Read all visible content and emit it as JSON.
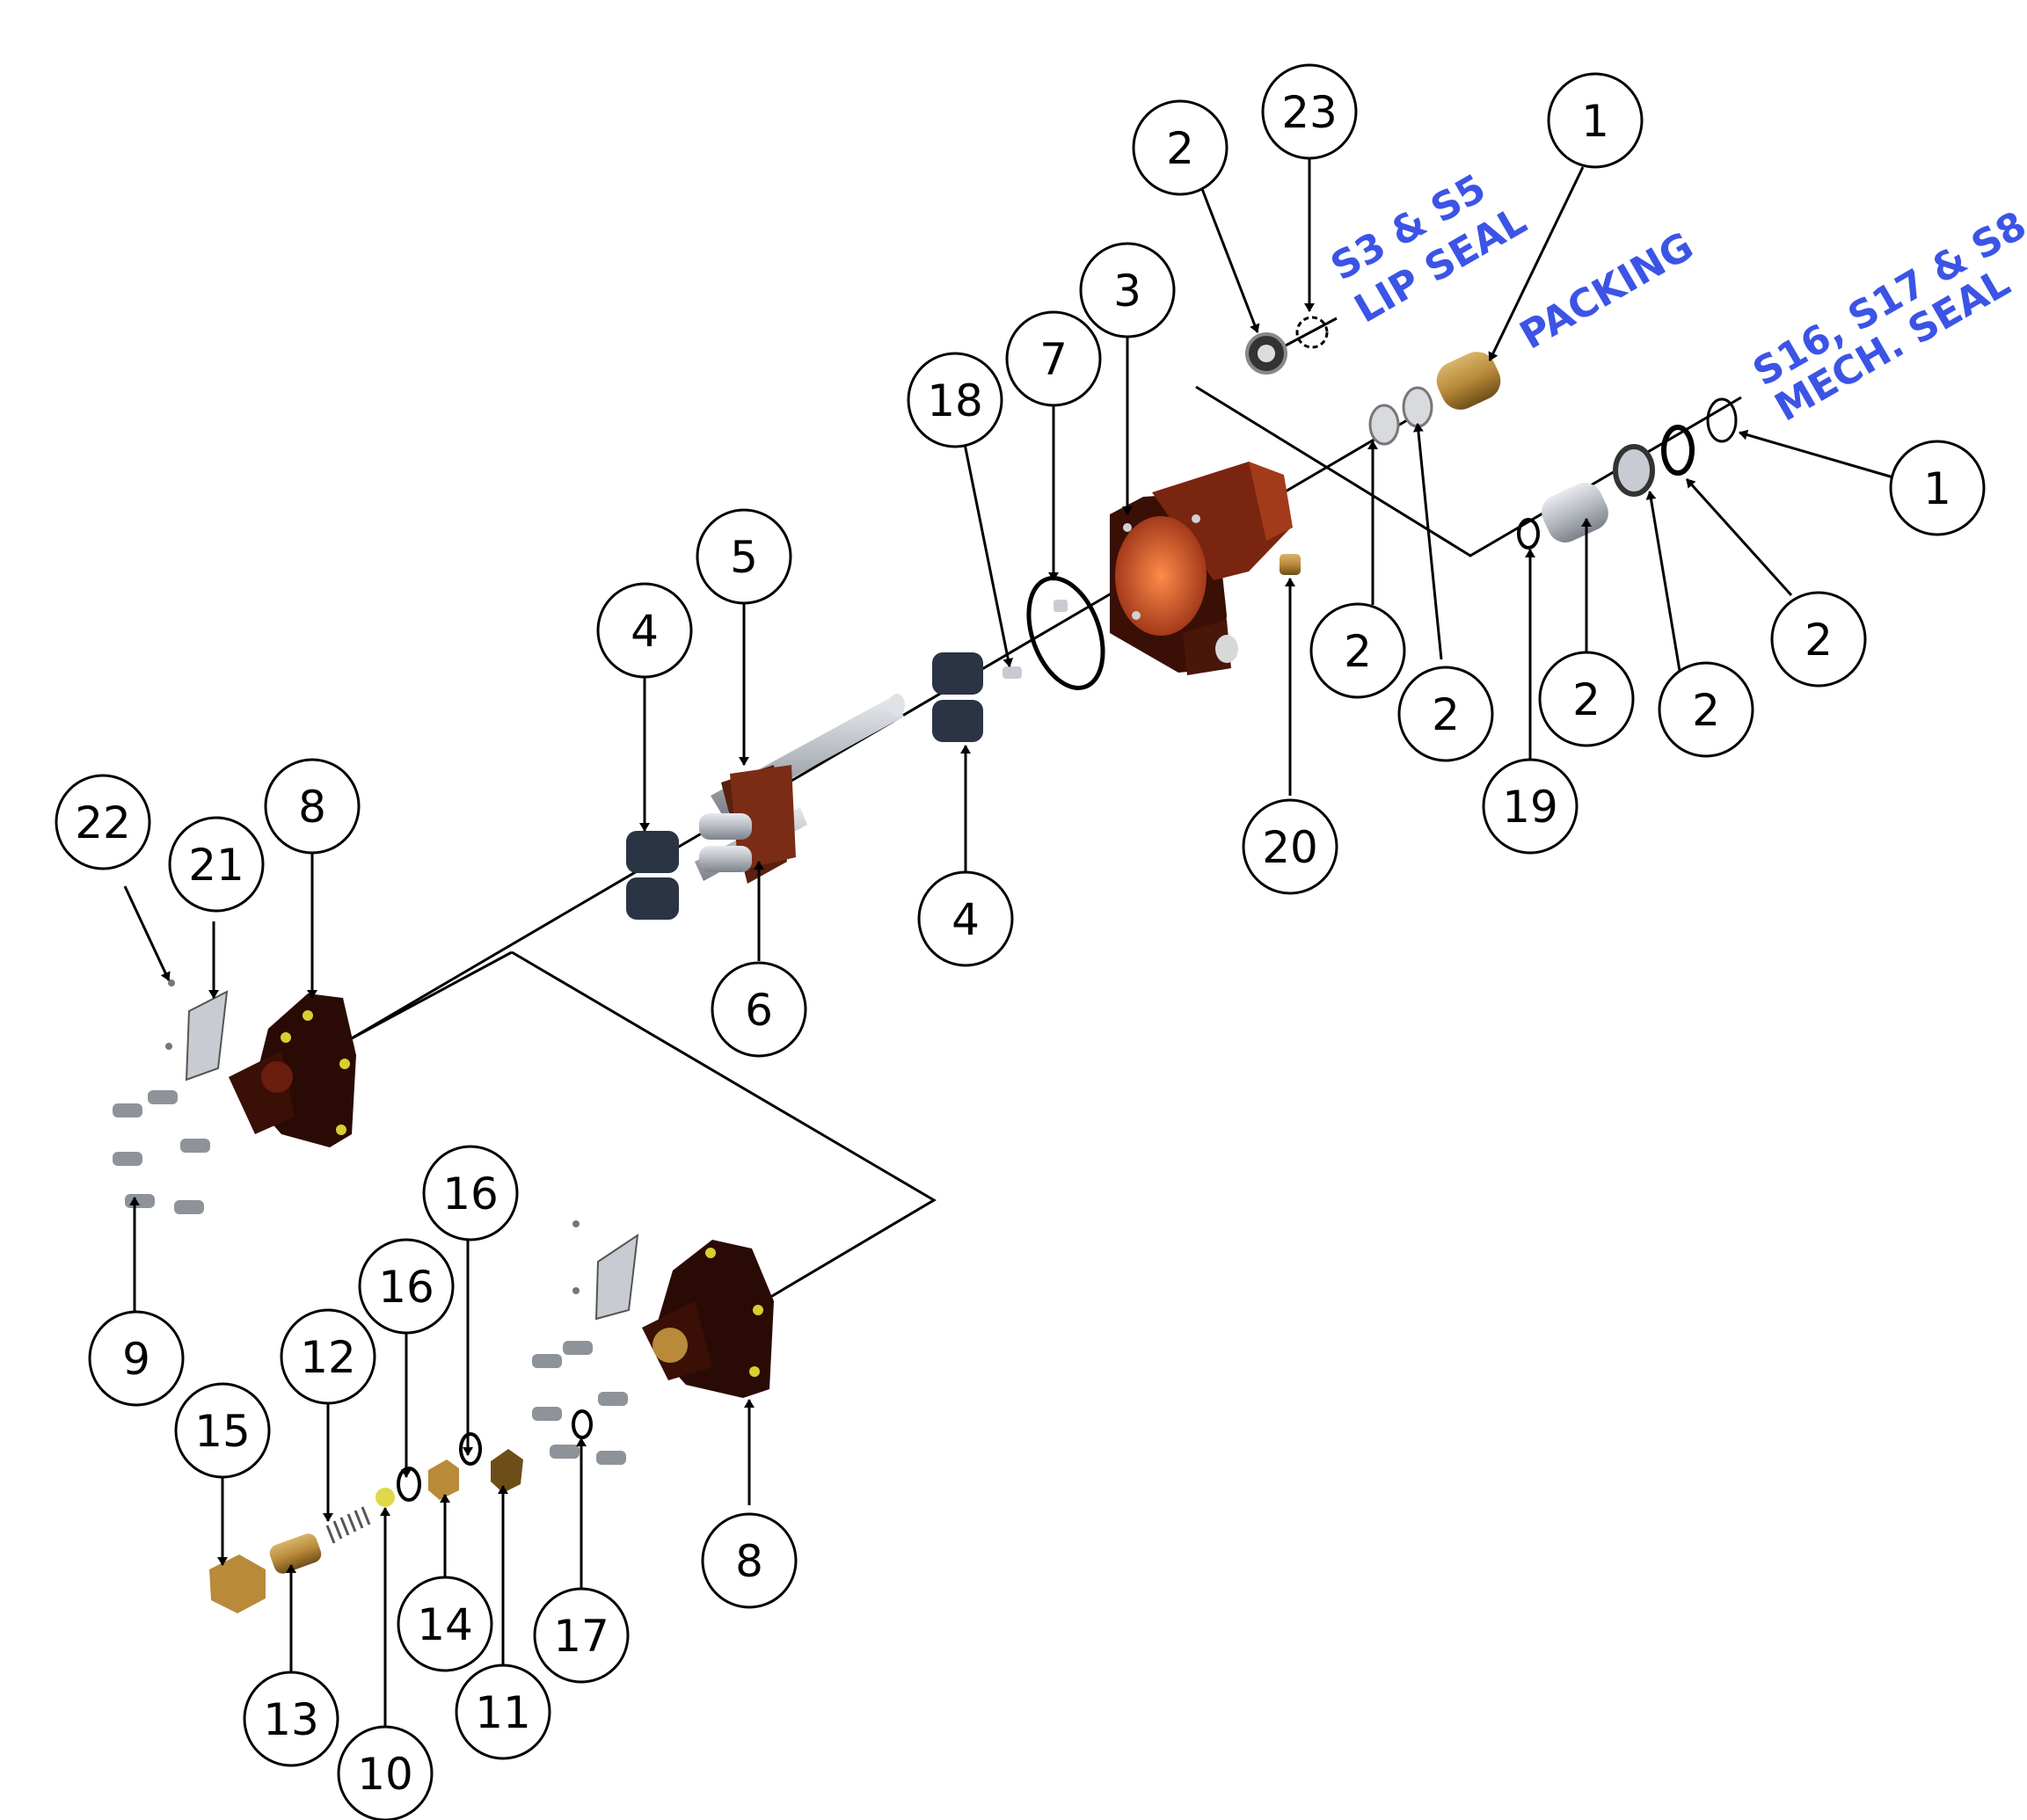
{
  "colors": {
    "label_blue": "#3b54e6",
    "housing_red": "#a33a1a",
    "housing_dark": "#3a0f06",
    "brass": "#b88a3a",
    "bushing_blue": "#2a3444",
    "steel_gray": "#b8bcc2",
    "yellow_fitting": "#e0d84a"
  },
  "variant_labels": {
    "lip_seal_line1": "S3 & S5",
    "lip_seal_line2": "LIP SEAL",
    "packing": "PACKING",
    "mech_seal_line1": "S16, S17 & S8",
    "mech_seal_line2": "MECH. SEAL"
  },
  "callouts": [
    {
      "id": "c23",
      "num": "23",
      "part": "lip-seal-retaining-ring"
    },
    {
      "id": "c2a",
      "num": "2",
      "part": "lip-seal"
    },
    {
      "id": "c1a",
      "num": "1",
      "part": "packing"
    },
    {
      "id": "c3",
      "num": "3",
      "part": "pump-housing"
    },
    {
      "id": "c7",
      "num": "7",
      "part": "housing-o-ring"
    },
    {
      "id": "c18",
      "num": "18",
      "part": "dowel-pin"
    },
    {
      "id": "c5",
      "num": "5",
      "part": "drive-gear-shaft"
    },
    {
      "id": "c4a",
      "num": "4",
      "part": "rear-bushings"
    },
    {
      "id": "c4b",
      "num": "4",
      "part": "front-bushings"
    },
    {
      "id": "c6",
      "num": "6",
      "part": "idler-gear-shaft"
    },
    {
      "id": "c20",
      "num": "20",
      "part": "pipe-plug"
    },
    {
      "id": "c1b",
      "num": "1",
      "part": "mech-seal-snap-ring"
    },
    {
      "id": "c2b",
      "num": "2",
      "part": "packing-washer"
    },
    {
      "id": "c2c",
      "num": "2",
      "part": "packing-gland"
    },
    {
      "id": "c2d",
      "num": "2",
      "part": "mech-seal-collar"
    },
    {
      "id": "c2e",
      "num": "2",
      "part": "mech-seal-seat"
    },
    {
      "id": "c2f",
      "num": "2",
      "part": "mech-seal-washer"
    },
    {
      "id": "c19",
      "num": "19",
      "part": "shaft-o-ring"
    },
    {
      "id": "c22",
      "num": "22",
      "part": "nameplate-screw"
    },
    {
      "id": "c21",
      "num": "21",
      "part": "nameplate"
    },
    {
      "id": "c8a",
      "num": "8",
      "part": "end-plate"
    },
    {
      "id": "c9",
      "num": "9",
      "part": "cap-screws"
    },
    {
      "id": "c16a",
      "num": "16",
      "part": "o-ring"
    },
    {
      "id": "c16b",
      "num": "16",
      "part": "o-ring"
    },
    {
      "id": "c12",
      "num": "12",
      "part": "relief-spring"
    },
    {
      "id": "c15",
      "num": "15",
      "part": "relief-cap"
    },
    {
      "id": "c13",
      "num": "13",
      "part": "adjusting-screw"
    },
    {
      "id": "c10",
      "num": "10",
      "part": "relief-poppet"
    },
    {
      "id": "c14",
      "num": "14",
      "part": "lock-nut"
    },
    {
      "id": "c11",
      "num": "11",
      "part": "relief-plug"
    },
    {
      "id": "c17",
      "num": "17",
      "part": "o-ring"
    },
    {
      "id": "c8b",
      "num": "8",
      "part": "end-plate-with-relief"
    }
  ]
}
